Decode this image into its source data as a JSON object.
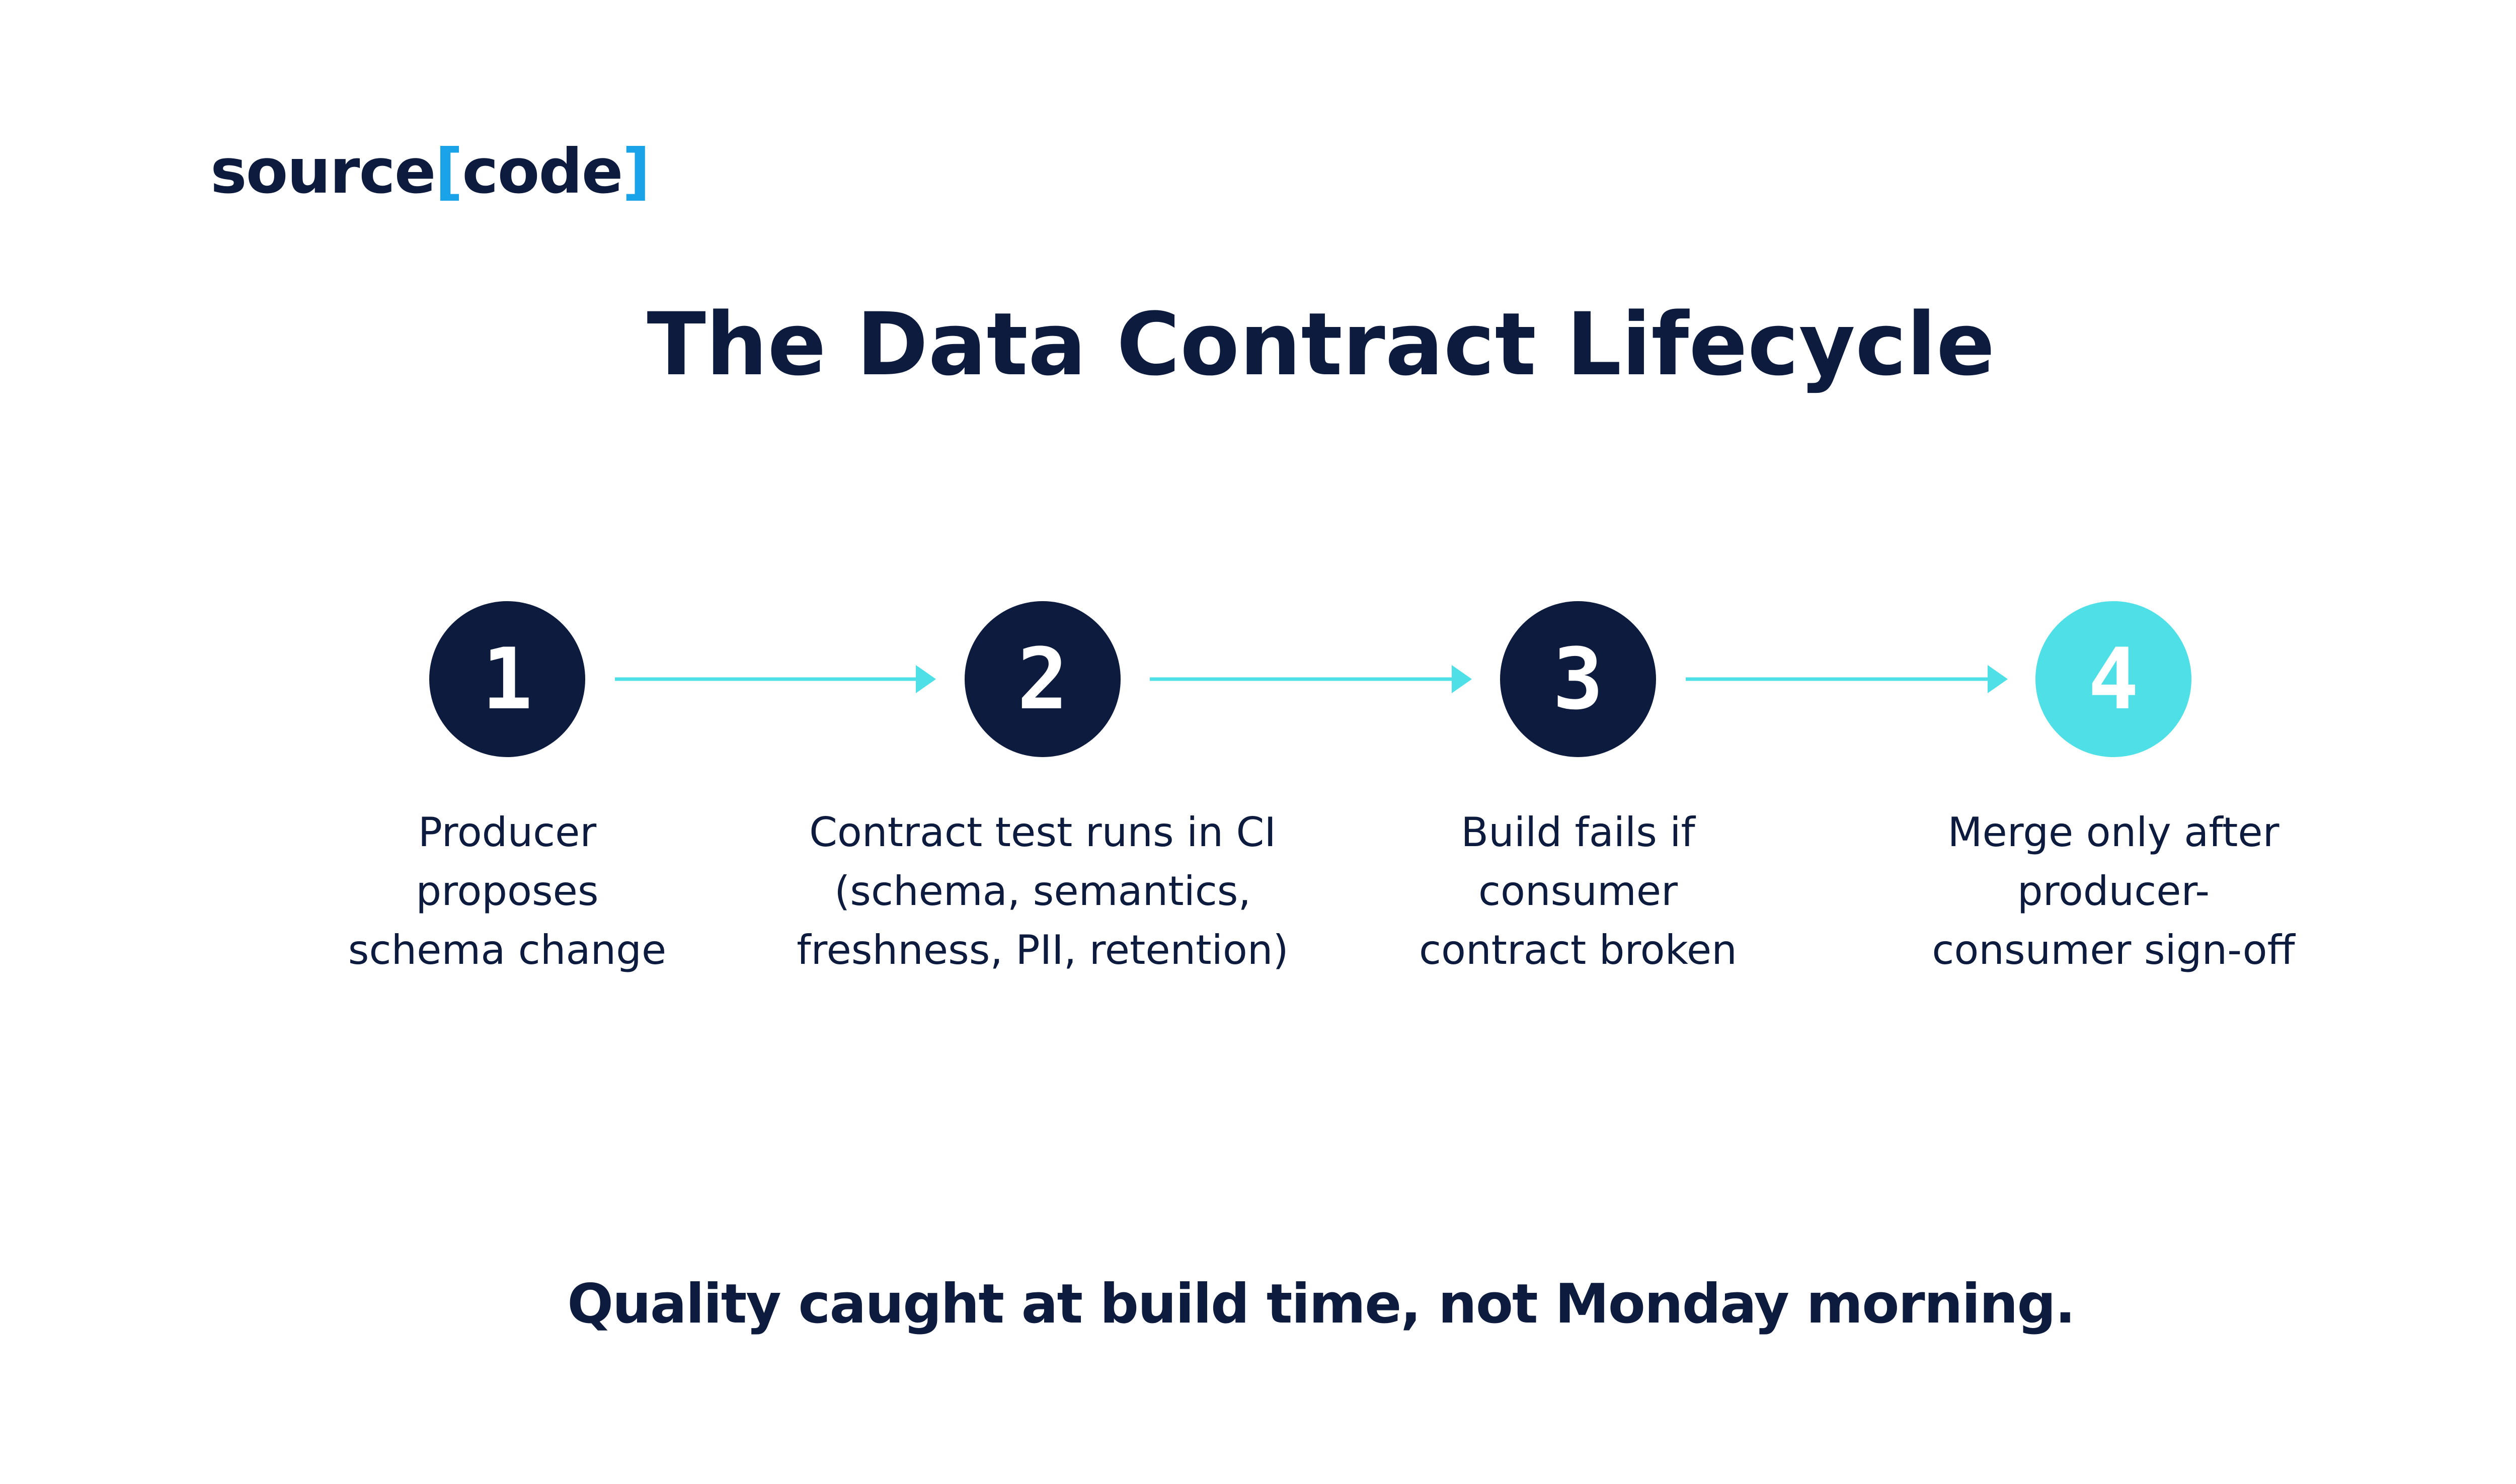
{
  "logo": {
    "word1": "source",
    "open_bracket": "[",
    "word2": "code",
    "close_bracket": "]"
  },
  "title": "The Data Contract Lifecycle",
  "steps": [
    {
      "number": "1",
      "lines": [
        "Producer",
        "proposes",
        "schema change"
      ]
    },
    {
      "number": "2",
      "lines": [
        "Contract test runs in CI",
        "(schema, semantics,",
        "freshness, PII, retention)"
      ]
    },
    {
      "number": "3",
      "lines": [
        "Build fails if",
        "consumer",
        "contract broken"
      ]
    },
    {
      "number": "4",
      "lines": [
        "Merge only after",
        "producer-",
        "consumer sign-off"
      ]
    }
  ],
  "footer": "Quality caught at build time, not Monday morning.",
  "colors": {
    "navy": "#0d1b3e",
    "accent": "#4ee0e6",
    "bracket": "#1aa3e8",
    "arrow": "#4ee0e6"
  }
}
